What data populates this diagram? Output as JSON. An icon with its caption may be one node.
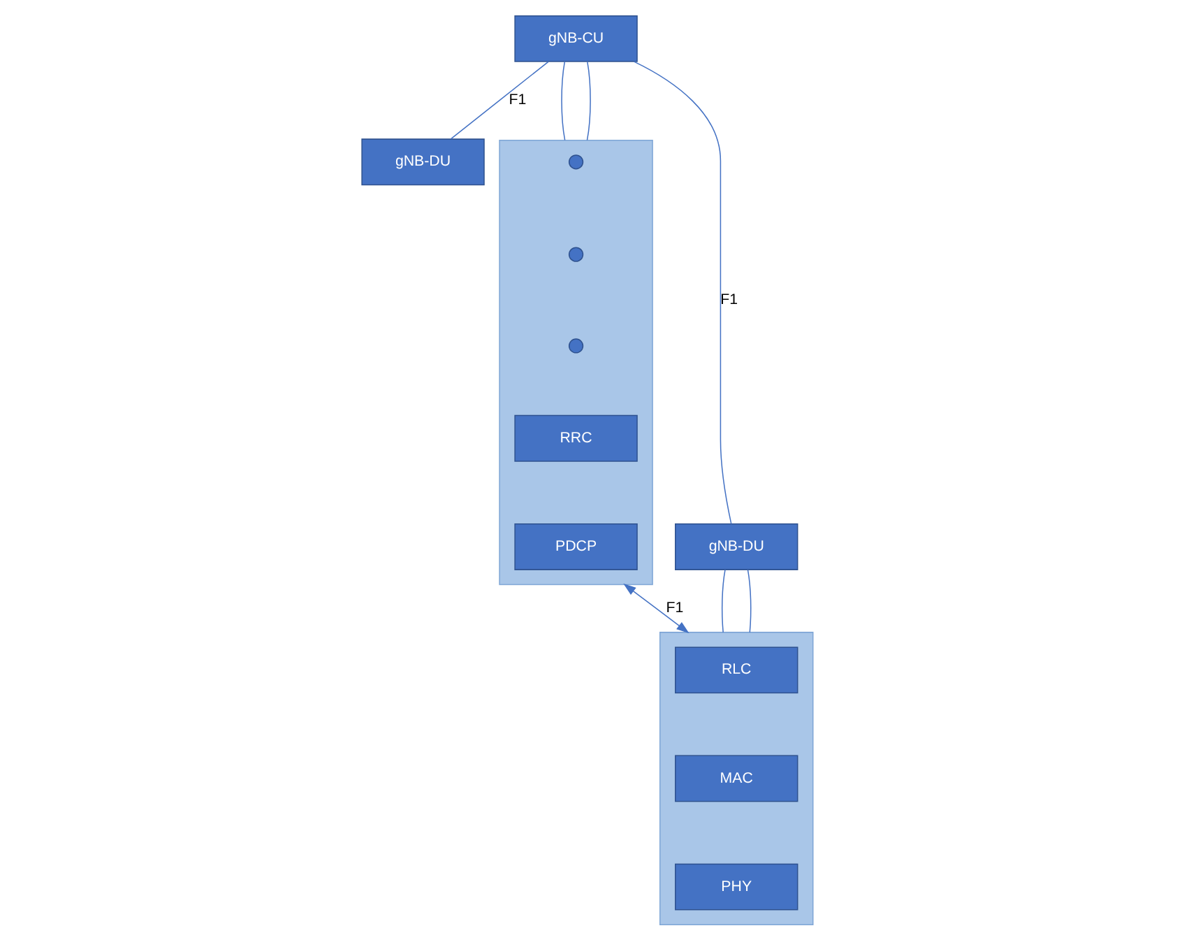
{
  "diagram": {
    "nodes": [
      {
        "text": [
          "gNB-CU"
        ]
      },
      {
        "text": [
          "gNB-DU"
        ]
      },
      {
        "text": [
          "gNB-DU"
        ]
      },
      {
        "text": [],
        "shape": "box"
      },
      {
        "text": [],
        "shape": "circle",
        "in": 3
      },
      {
        "text": [],
        "shape": "circle",
        "in": 3
      },
      {
        "text": [],
        "shape": "circle",
        "in": 3
      },
      {
        "text": [
          "RRC"
        ],
        "in": 3
      },
      {
        "text": [
          "PDCP"
        ],
        "in": 3
      },
      {
        "text": [],
        "shape": "box"
      },
      {
        "text": [
          "RLC"
        ],
        "in": 9
      },
      {
        "text": [
          "MAC"
        ],
        "in": 9
      },
      {
        "text": [
          "PHY"
        ],
        "in": 9
      }
    ],
    "edges": [
      {
        "from": 0,
        "to": 3,
        "arrow": "none"
      },
      {
        "from": 0,
        "to": 3,
        "arrow": "none"
      },
      {
        "from": 0,
        "to": 1,
        "arrow": "none",
        "label": "F1"
      },
      {
        "from": 0,
        "to": 2,
        "arrow": "none",
        "label": "F1"
      },
      {
        "from": 3,
        "to": 9,
        "arrow": "both",
        "label": "F1"
      },
      {
        "from": 2,
        "to": 9,
        "arrow": "none"
      },
      {
        "from": 2,
        "to": 9,
        "arrow": "none"
      }
    ]
  }
}
